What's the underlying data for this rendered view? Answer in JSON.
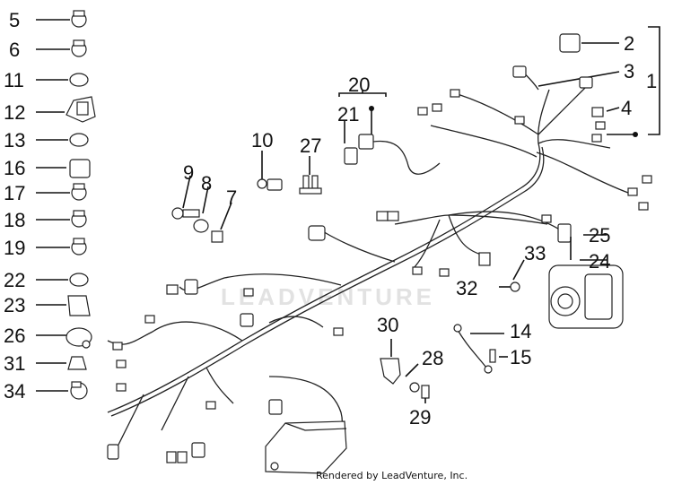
{
  "watermark": "LEADVENTURE",
  "credit": "Rendered by LeadVenture, Inc.",
  "callouts": {
    "c1": "1",
    "c2": "2",
    "c3": "3",
    "c4": "4",
    "c5": "5",
    "c6": "6",
    "c7": "7",
    "c8": "8",
    "c9": "9",
    "c10": "10",
    "c11": "11",
    "c12": "12",
    "c13": "13",
    "c14": "14",
    "c15": "15",
    "c16": "16",
    "c17": "17",
    "c18": "18",
    "c19": "19",
    "c20": "20",
    "c21": "21",
    "c22": "22",
    "c23": "23",
    "c24": "24",
    "c25": "25",
    "c26": "26",
    "c27": "27",
    "c28": "28",
    "c29": "29",
    "c30": "30",
    "c31": "31",
    "c32": "32",
    "c33": "33",
    "c34": "34"
  }
}
